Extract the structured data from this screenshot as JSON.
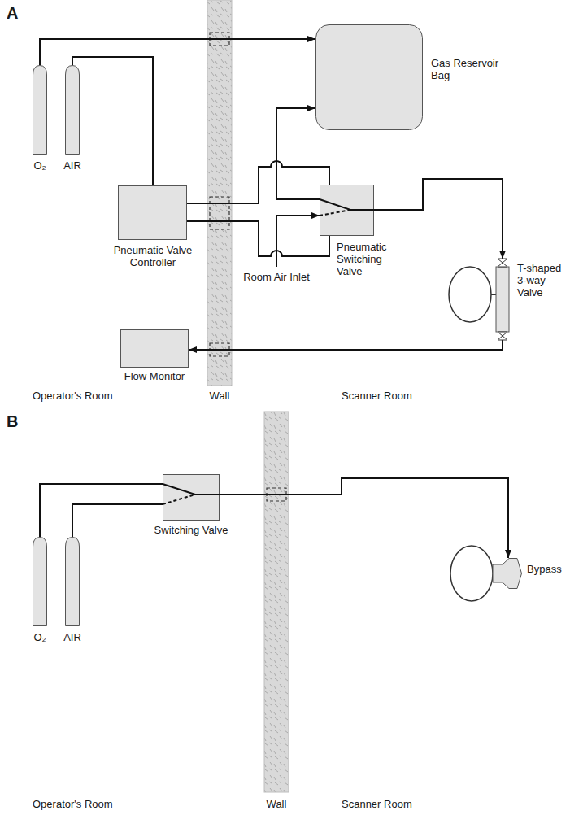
{
  "diagram": {
    "nodes": [
      {
        "text": [
          "O₂"
        ]
      },
      {
        "text": [
          "AIR"
        ]
      },
      {
        "text": [
          "Gas Reservoir Bag"
        ]
      },
      {
        "text": [
          "Pneumatic Valve Controller"
        ]
      },
      {
        "text": [
          "Pneumatic Switching Valve"
        ]
      },
      {
        "text": [
          "T-shaped 3-way Valve"
        ]
      },
      {
        "text": [
          "Flow Monitor"
        ]
      },
      {
        "text": [
          "Switching Valve"
        ]
      },
      {
        "text": [
          "O₂"
        ]
      },
      {
        "text": [
          "AIR"
        ]
      },
      {
        "text": [
          "Bypass"
        ]
      }
    ],
    "edges": [
      {
        "from": 0,
        "to": 2,
        "arrow": "to"
      },
      {
        "from": 1,
        "to": 3,
        "arrow": "none"
      },
      {
        "from": 3,
        "to": 4,
        "arrow": "none"
      },
      {
        "from": 3,
        "to": 4,
        "arrow": "none"
      },
      {
        "from": 4,
        "to": 2,
        "arrow": "to"
      },
      {
        "from": 4,
        "to": 5,
        "arrow": "to"
      },
      {
        "from": 5,
        "to": 6,
        "arrow": "to"
      },
      {
        "from": 8,
        "to": 7,
        "arrow": "none"
      },
      {
        "from": 9,
        "to": 7,
        "arrow": "none"
      },
      {
        "from": 7,
        "to": 10,
        "arrow": "to"
      }
    ],
    "labels": [
      "A",
      "Operator's Room",
      "Wall",
      "Scanner Room",
      "Room Air Inlet",
      "B",
      "Operator's Room",
      "Wall",
      "Scanner Room"
    ]
  }
}
